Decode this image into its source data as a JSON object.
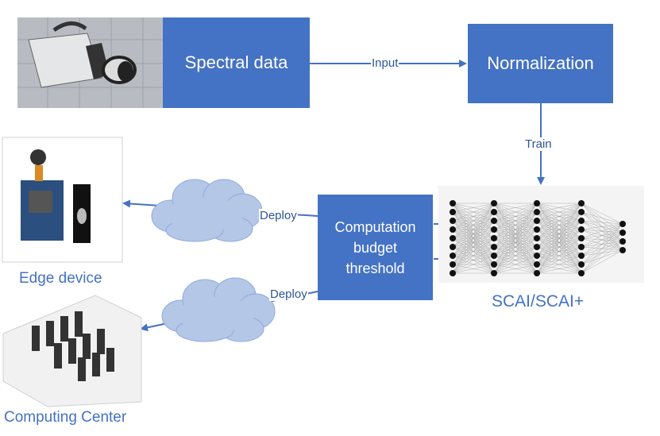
{
  "nodes": {
    "spectral_data": "Spectral data",
    "normalization": "Normalization",
    "computation_budget": "Computation budget threshold",
    "scai": "SCAI/SCAI+",
    "edge_device": "Edge device",
    "computing_center": "Computing Center"
  },
  "edges": {
    "input": "Input",
    "train": "Train",
    "deploy_edge": "Deploy",
    "deploy_center": "Deploy"
  },
  "colors": {
    "box_fill": "#4472c4",
    "label_blue": "#4472c4",
    "arrow_blue": "#4472c4",
    "cloud_fill": "#b4c7e7"
  }
}
